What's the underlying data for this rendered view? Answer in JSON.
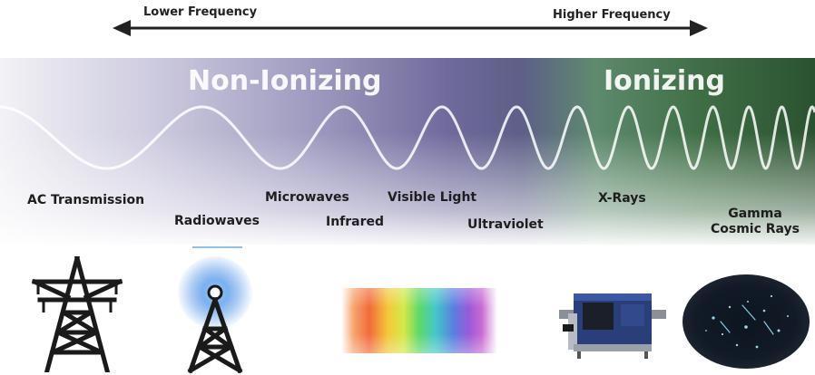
{
  "frequency_axis": {
    "lower_label": "Lower Frequency",
    "higher_label": "Higher Frequency"
  },
  "regions": {
    "non_ionizing": "Non-Ionizing",
    "ionizing": "Ionizing"
  },
  "spectrum_labels": [
    "AC Transmission",
    "Radiowaves",
    "Microwaves",
    "Infrared",
    "Visible Light",
    "Ultraviolet",
    "X-Rays",
    "Gamma",
    "Cosmic Rays"
  ],
  "pictures": [
    "power-tower-icon",
    "radio-tower-icon",
    "visible-spectrum-swatch",
    "xray-scanner-image",
    "cosmic-rays-image"
  ],
  "colors": {
    "non_ionizing_purple": "#6f6a9c",
    "ionizing_green": "#2b5230",
    "wave": "#ffffff",
    "arrow": "#222222"
  }
}
